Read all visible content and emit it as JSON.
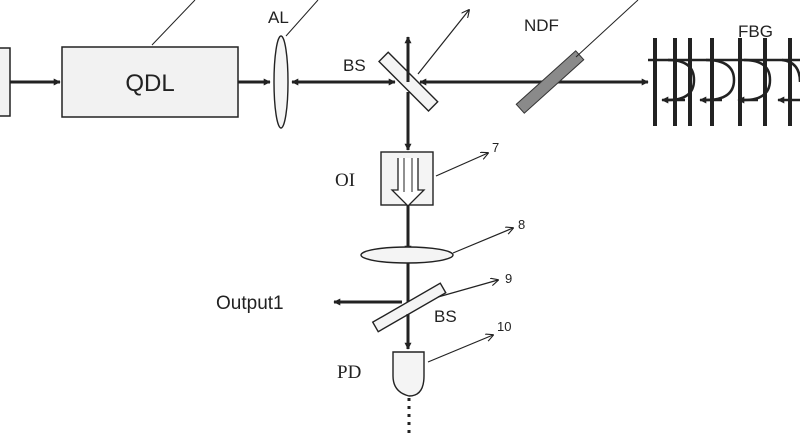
{
  "labels": {
    "qdl": "QDL",
    "al": "AL",
    "bs_top": "BS",
    "ndf": "NDF",
    "fbg": "FBG",
    "oi": "OI",
    "output1": "Output1",
    "bs_bottom": "BS",
    "pd": "PD"
  },
  "callouts": {
    "c7": "7",
    "c8": "8",
    "c9": "9",
    "c10": "10"
  },
  "colors": {
    "ink": "#222222",
    "ndf_fill": "#8a8a8a",
    "box_fill": "#f2f2f2"
  }
}
